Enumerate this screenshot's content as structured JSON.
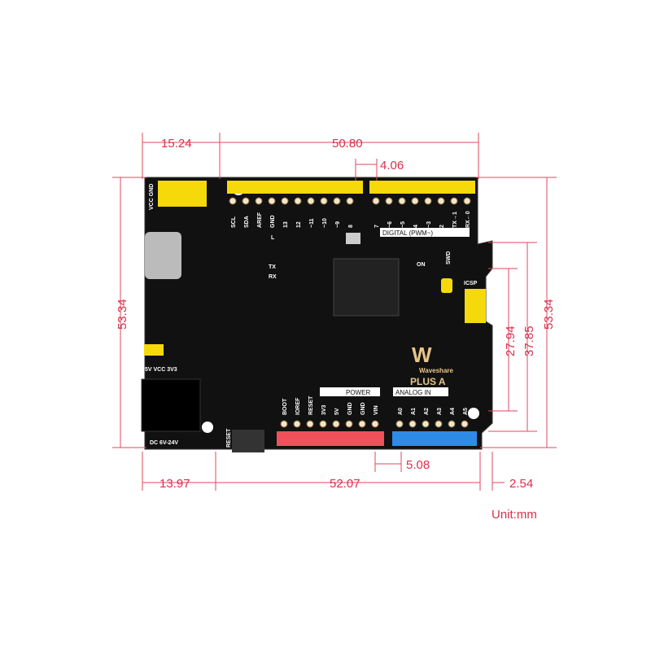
{
  "dimensions": {
    "top_left": "15.24",
    "top_main": "50.80",
    "pin_pitch_gap": "4.06",
    "left_height": "53.34",
    "right_a": "27.94",
    "right_b": "37.85",
    "right_height": "53.34",
    "bottom_left": "13.97",
    "bottom_main": "52.07",
    "bottom_right": "2.54",
    "analog_pitch": "5.08"
  },
  "unit": "Unit:mm",
  "board": {
    "brand": "Waveshare",
    "model": "PLUS A",
    "vcc_gnd": "VCC GND",
    "digital_label": "DIGITAL (PWM~)",
    "digital_pins_left": [
      "SCL",
      "SDA",
      "AREF",
      "GND",
      "13",
      "12",
      "~11",
      "~10",
      "~9",
      "8"
    ],
    "digital_pins_right": [
      "7",
      "~6",
      "~5",
      "4",
      "~3",
      "2",
      "TX→1",
      "RX←0"
    ],
    "power_label": "POWER",
    "analog_label": "ANALOG IN",
    "power_pins": [
      "BOOT",
      "IOREF",
      "RESET",
      "3V3",
      "5V",
      "GND",
      "GND",
      "VIN"
    ],
    "analog_pins": [
      "A0",
      "A1",
      "A2",
      "A3",
      "A4",
      "A5"
    ],
    "jumper": "5V  VCC  3V3",
    "dc": "DC 6V-24V",
    "reset": "RESET",
    "tx": "TX",
    "rx": "RX",
    "on": "ON",
    "swd": "SWD",
    "icsp": "ICSP",
    "l": "L"
  },
  "colors": {
    "board": "#111111",
    "dimension": "#d9304b",
    "header_yellow": "#f5d90a",
    "header_red": "#f0505a",
    "header_blue": "#2e8be8"
  }
}
